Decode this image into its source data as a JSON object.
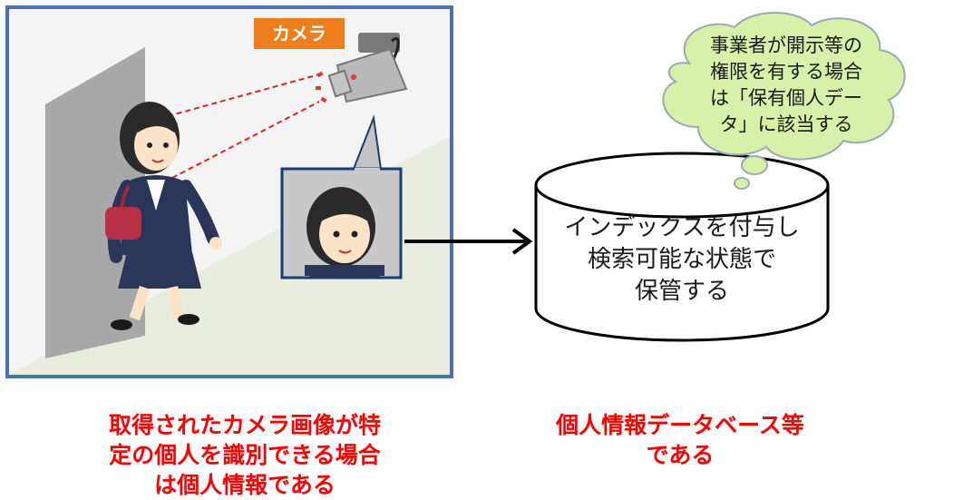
{
  "camera_label": "カメラ",
  "cloud_lines": [
    "事業者が開示等の",
    "権限を有する場合",
    "は「保有個人デー",
    "タ」に該当する"
  ],
  "database_lines": [
    "インデックスを付与し",
    "検索可能な状態で",
    "保管する"
  ],
  "caption_left_lines": [
    "取得されたカメラ画像が特",
    "定の個人を識別できる場合",
    "は個人情報である"
  ],
  "caption_right_lines": [
    "個人情報データベース等",
    "である"
  ],
  "colors": {
    "frame_border": "#4a72b0",
    "cloud_fill": "#d8f0a8",
    "caption": "#ff0000",
    "camera_label_bg": "#ee7d1c"
  }
}
